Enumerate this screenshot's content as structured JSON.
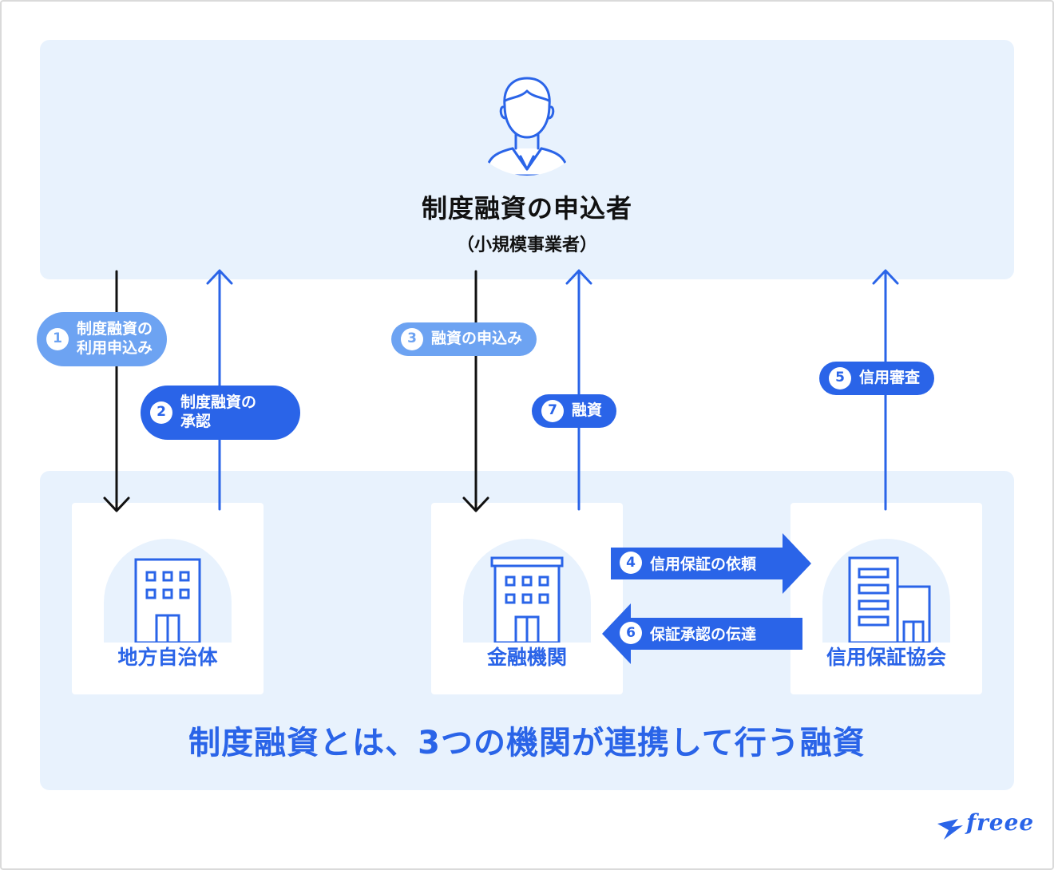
{
  "colors": {
    "accent": "#2a64e8",
    "accent_light": "#6da3f2",
    "panel": "#e8f2fd",
    "text": "#111111"
  },
  "applicant": {
    "title": "制度融資の申込者",
    "subtitle": "（小規模事業者）",
    "icon": "person-icon"
  },
  "institutions": [
    {
      "label": "地方自治体",
      "icon": "building-icon"
    },
    {
      "label": "金融機関",
      "icon": "bank-icon"
    },
    {
      "label": "信用保証協会",
      "icon": "office-icon"
    }
  ],
  "steps": {
    "s1": {
      "num": "1",
      "line1": "制度融資の",
      "line2": "利用申込み"
    },
    "s2": {
      "num": "2",
      "line1": "制度融資の",
      "line2": "承認"
    },
    "s3": {
      "num": "3",
      "text": "融資の申込み"
    },
    "s4": {
      "num": "4",
      "text": "信用保証の依頼"
    },
    "s5": {
      "num": "5",
      "text": "信用審査"
    },
    "s6": {
      "num": "6",
      "text": "保証承認の伝達"
    },
    "s7": {
      "num": "7",
      "text": "融資"
    }
  },
  "caption": "制度融資とは、3つの機関が連携して行う融資",
  "logo": {
    "text": "freee"
  }
}
